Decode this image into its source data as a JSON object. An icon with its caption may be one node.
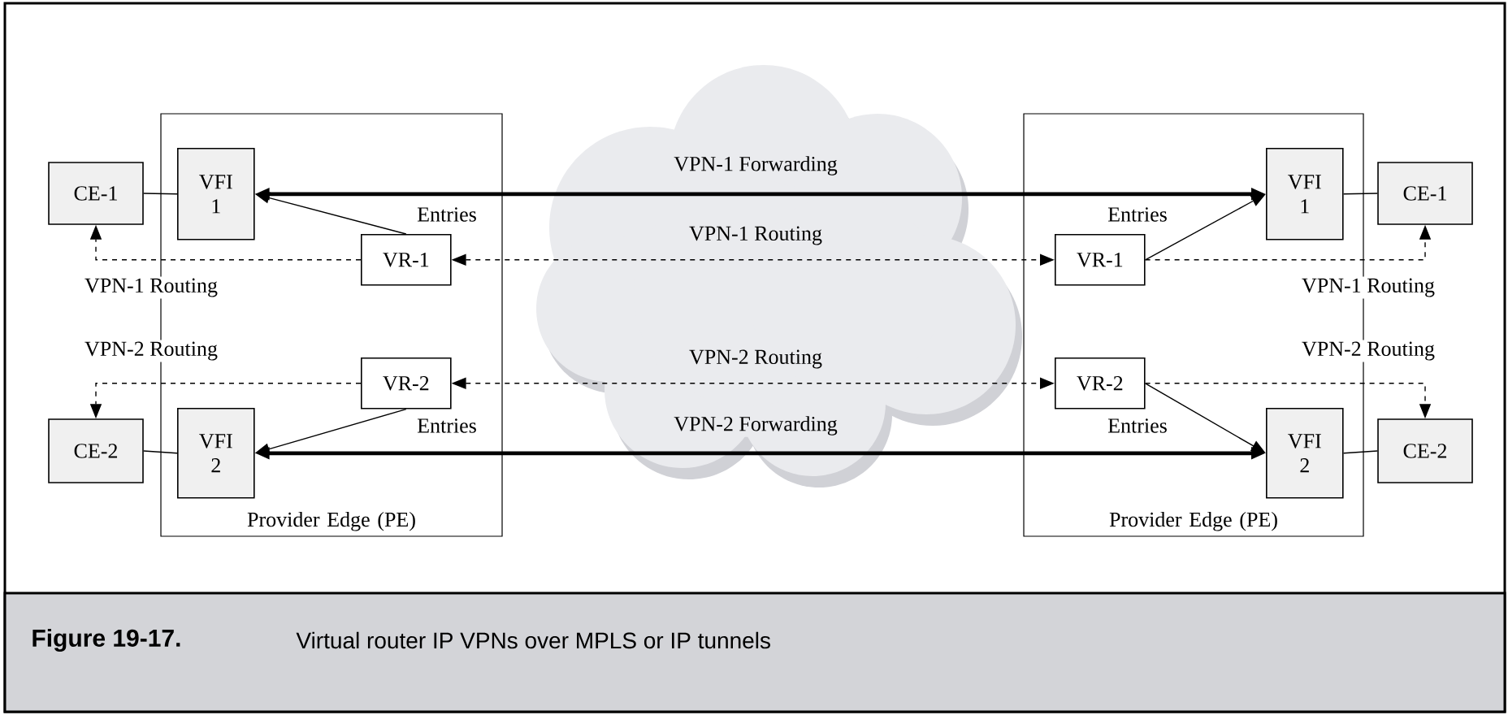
{
  "diagram": {
    "title": "Figure 19-17.",
    "caption": "Virtual router IP VPNs over MPLS or IP tunnels",
    "nodes": [
      {
        "text": [
          "Provider Edge (PE)"
        ]
      },
      {
        "text": [
          "VFI 1"
        ],
        "in": 0
      },
      {
        "text": [
          "VR-1"
        ],
        "in": 0
      },
      {
        "text": [
          "VR-2"
        ],
        "in": 0
      },
      {
        "text": [
          "VFI 2"
        ],
        "in": 0
      },
      {
        "text": [
          "CE-1"
        ]
      },
      {
        "text": [
          "CE-2"
        ]
      },
      {
        "text": [
          "Provider Edge (PE)"
        ]
      },
      {
        "text": [
          "VFI 1"
        ],
        "in": 7
      },
      {
        "text": [
          "VR-1"
        ],
        "in": 7
      },
      {
        "text": [
          "VR-2"
        ],
        "in": 7
      },
      {
        "text": [
          "VFI 2"
        ],
        "in": 7
      },
      {
        "text": [
          "CE-1"
        ]
      },
      {
        "text": [
          "CE-2"
        ]
      }
    ],
    "edges": [
      {
        "from": 1,
        "to": 8,
        "arrow": "both",
        "label": "VPN-1 Forwarding",
        "style": "thick"
      },
      {
        "from": 2,
        "to": 1,
        "arrow": "to",
        "label": "Entries"
      },
      {
        "from": 9,
        "to": 8,
        "arrow": "to",
        "label": "Entries"
      },
      {
        "from": 2,
        "to": 9,
        "arrow": "both",
        "label": "VPN-1 Routing",
        "style": "dashed"
      },
      {
        "from": 2,
        "to": 5,
        "arrow": "to",
        "label": "VPN-1 Routing",
        "style": "dashed"
      },
      {
        "from": 9,
        "to": 12,
        "arrow": "to",
        "label": "VPN-1 Routing",
        "style": "dashed"
      },
      {
        "from": 5,
        "to": 1,
        "arrow": "none"
      },
      {
        "from": 12,
        "to": 8,
        "arrow": "none"
      },
      {
        "from": 3,
        "to": 10,
        "arrow": "both",
        "label": "VPN-2 Routing",
        "style": "dashed"
      },
      {
        "from": 3,
        "to": 6,
        "arrow": "to",
        "label": "VPN-2 Routing",
        "style": "dashed"
      },
      {
        "from": 10,
        "to": 13,
        "arrow": "to",
        "label": "VPN-2 Routing",
        "style": "dashed"
      },
      {
        "from": 3,
        "to": 4,
        "arrow": "to",
        "label": "Entries"
      },
      {
        "from": 10,
        "to": 11,
        "arrow": "to",
        "label": "Entries"
      },
      {
        "from": 4,
        "to": 11,
        "arrow": "both",
        "label": "VPN-2 Forwarding",
        "style": "thick"
      },
      {
        "from": 6,
        "to": 4,
        "arrow": "none"
      },
      {
        "from": 13,
        "to": 11,
        "arrow": "none"
      }
    ]
  }
}
